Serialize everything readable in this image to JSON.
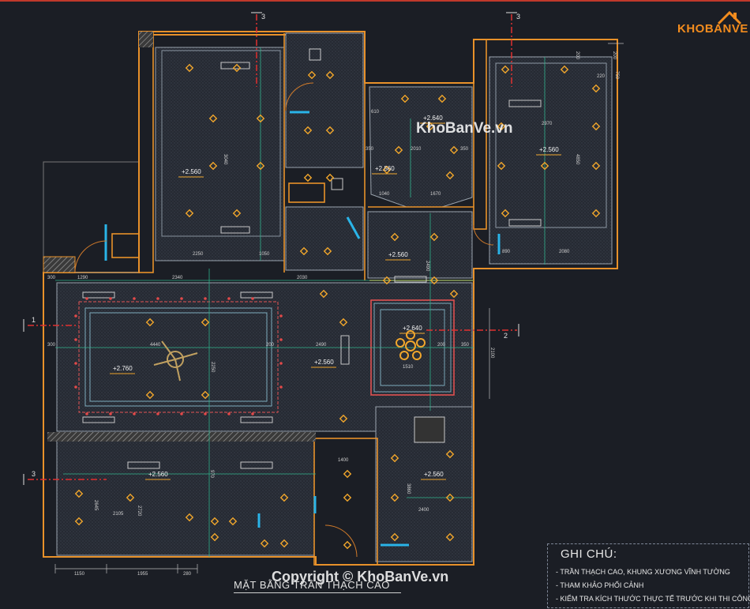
{
  "drawing": {
    "title": "MẶT BẰNG TRẦN THẠCH CAO",
    "copyright": "Copyright © KhoBanVe.vn",
    "watermark_top": "KhoBanVe.vn",
    "logo_text": "KHOBANVE",
    "notes": {
      "title": "GHI CHÚ:",
      "items": [
        "- TRẦN THẠCH CAO, KHUNG XƯƠNG VĨNH TƯỜNG",
        "- THAM KHẢO PHỐI CẢNH",
        "- KIỂM TRA KÍCH THƯỚC THỰC TẾ TRƯỚC KHI THI CÔNG"
      ]
    },
    "levels": [
      "+2.560",
      "+2.640",
      "+2.560",
      "+2.560",
      "+2.560",
      "+2.760",
      "+2.560",
      "+2.640",
      "+2.560",
      "+2.560"
    ],
    "dimensions": [
      "200",
      "200",
      "750",
      "220",
      "610",
      "2970",
      "4850",
      "350",
      "2010",
      "350",
      "1040",
      "1670",
      "3040",
      "2250",
      "1050",
      "2490",
      "890",
      "2080",
      "300",
      "1290",
      "2340",
      "2030",
      "4440",
      "2490",
      "200",
      "200",
      "350",
      "2100",
      "1510",
      "300",
      "2250",
      "970",
      "2645",
      "2720",
      "2105",
      "3860",
      "2400",
      "1150",
      "1955",
      "280",
      "1400"
    ],
    "section_markers": [
      "3",
      "3",
      "1",
      "2",
      "3"
    ],
    "colors": {
      "background": "#1b1e25",
      "wall": "#e8912a",
      "wall_hatch": "#b8b8b8",
      "ceiling_fill": "#23272f",
      "light": "#f0a62c",
      "section_line": "#e03030",
      "grid_line": "#2fb08a",
      "accent_blue": "#2ab4e8",
      "dimension": "#c8c8c8"
    }
  }
}
